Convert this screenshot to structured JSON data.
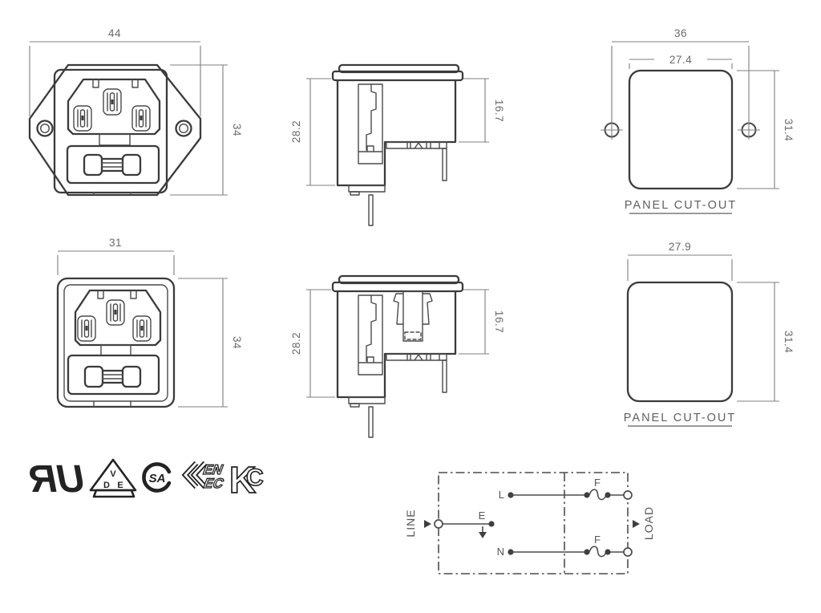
{
  "views": {
    "front_flanged": {
      "dim_width": "44",
      "dim_height": "34"
    },
    "side_flanged": {
      "dim_height": "28.2",
      "dim_depth": "16.7"
    },
    "cutout_flanged": {
      "dim_hole_span": "36",
      "dim_width": "27.4",
      "dim_height": "31.4",
      "caption": "PANEL CUT-OUT"
    },
    "front_snapin": {
      "dim_width": "31",
      "dim_height": "34"
    },
    "side_snapin": {
      "dim_height": "28.2",
      "dim_depth": "16.7"
    },
    "cutout_snapin": {
      "dim_width": "27.9",
      "dim_height": "31.4",
      "caption": "PANEL CUT-OUT"
    }
  },
  "certifications": {
    "ul": {
      "text": "UR"
    },
    "vde": {
      "top": "V",
      "left": "D",
      "right": "E"
    },
    "csa": {
      "text": "SA"
    },
    "enec": {
      "line1": "EN",
      "line2": "EC"
    },
    "kc": {
      "k": "K",
      "c": "C"
    }
  },
  "circuit": {
    "input_label": "LINE",
    "output_label": "LOAD",
    "live": "L",
    "neutral": "N",
    "earth": "E",
    "fuse": "F"
  },
  "colors": {
    "outline": "#3b3b3b",
    "dimension": "#7f7f7f",
    "logo": "#232323",
    "background": "#ffffff"
  }
}
